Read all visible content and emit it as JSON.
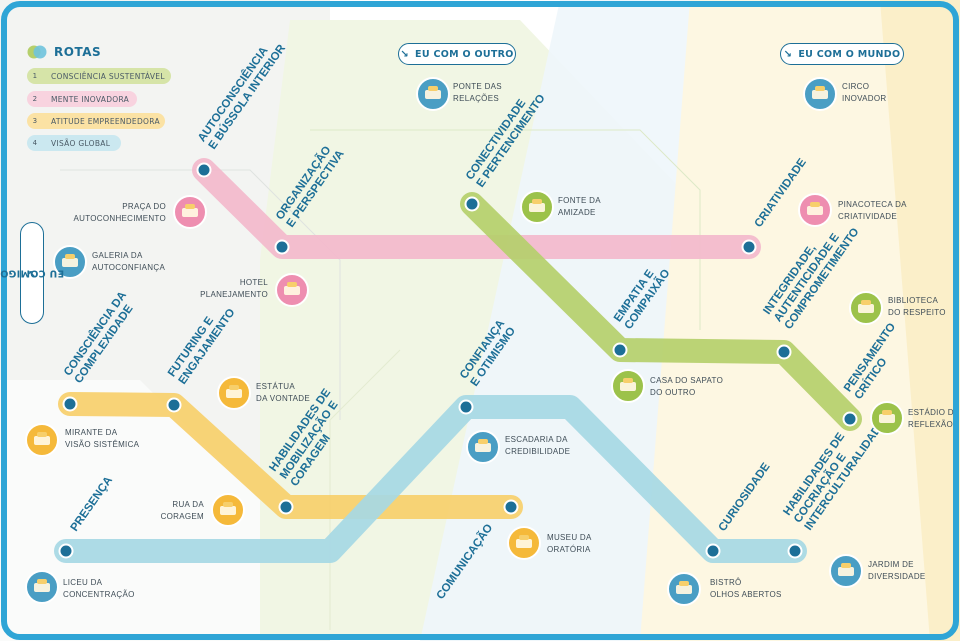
{
  "legend": {
    "title": "ROTAS",
    "items": [
      {
        "num": "1",
        "label": "CONSCIÊNCIA SUSTENTÁVEL",
        "color": "#b5cf6b"
      },
      {
        "num": "2",
        "label": "MENTE INOVADORA",
        "color": "#f3b8cc"
      },
      {
        "num": "3",
        "label": "ATITUDE EMPREENDEDORA",
        "color": "#f7cf6b"
      },
      {
        "num": "4",
        "label": "VISÃO GLOBAL",
        "color": "#a6d8e4"
      }
    ]
  },
  "sections": {
    "eu_comigo": "EU COMIGO",
    "eu_com_o_outro": "EU COM O OUTRO",
    "eu_com_o_mundo": "EU COM O MUNDO"
  },
  "stations": [
    {
      "id": "autoconsciencia",
      "lines": [
        "AUTOCONSCIÊNCIA",
        "E BÚSSOLA INTERIOR"
      ]
    },
    {
      "id": "organizacao",
      "lines": [
        "ORGANIZAÇÃO",
        "E PERSPECTIVA"
      ]
    },
    {
      "id": "conectividade",
      "lines": [
        "CONECTIVIDADE",
        "E PERTENCIMENTO"
      ]
    },
    {
      "id": "criatividade",
      "lines": [
        "CRIATIVIDADE"
      ]
    },
    {
      "id": "empatia",
      "lines": [
        "EMPATIA E",
        "COMPAIXÃO"
      ]
    },
    {
      "id": "integridade",
      "lines": [
        "INTEGRIDADE,",
        "AUTENTICIDADE E",
        "COMPROMETIMENTO"
      ]
    },
    {
      "id": "pensamento",
      "lines": [
        "PENSAMENTO",
        "CRÍTICO"
      ]
    },
    {
      "id": "complexidade",
      "lines": [
        "CONSCIÊNCIA DA",
        "COMPLEXIDADE"
      ]
    },
    {
      "id": "futuring",
      "lines": [
        "FUTURING E",
        "ENGAJAMENTO"
      ]
    },
    {
      "id": "habilidades_mob",
      "lines": [
        "HABILIDADES DE",
        "MOBILIZAÇÃO E",
        "CORAGEM"
      ]
    },
    {
      "id": "confianca",
      "lines": [
        "CONFIANÇA",
        "E OTIMISMO"
      ]
    },
    {
      "id": "presenca",
      "lines": [
        "PRESENÇA"
      ]
    },
    {
      "id": "comunicacao",
      "lines": [
        "COMUNICAÇÃO"
      ]
    },
    {
      "id": "curiosidade",
      "lines": [
        "CURIOSIDADE"
      ]
    },
    {
      "id": "habilidades_coc",
      "lines": [
        "HABILIDADES DE",
        "COCRIAÇÃO E",
        "INTERCULTURALIDADE"
      ]
    }
  ],
  "places": [
    {
      "id": "ponte",
      "lines": [
        "PONTE DAS",
        "RELAÇÕES"
      ],
      "icon": "bridge-icon"
    },
    {
      "id": "circo",
      "lines": [
        "CIRCO",
        "INOVADOR"
      ],
      "icon": "circus-tent-icon"
    },
    {
      "id": "praca",
      "lines": [
        "PRAÇA DO",
        "AUTOCONHECIMENTO"
      ],
      "icon": "plaza-icon"
    },
    {
      "id": "fonte",
      "lines": [
        "FONTE DA",
        "AMIZADE"
      ],
      "icon": "fountain-icon"
    },
    {
      "id": "pinacoteca",
      "lines": [
        "PINACOTECA DA",
        "CRIATIVIDADE"
      ],
      "icon": "museum-building-icon"
    },
    {
      "id": "galeria",
      "lines": [
        "GALERIA DA",
        "AUTOCONFIANÇA"
      ],
      "icon": "picture-frame-icon"
    },
    {
      "id": "hotel",
      "lines": [
        "HOTEL",
        "PLANEJAMENTO"
      ],
      "icon": "bed-icon"
    },
    {
      "id": "biblioteca",
      "lines": [
        "BIBLIOTECA",
        "DO RESPEITO"
      ],
      "icon": "books-icon"
    },
    {
      "id": "casa",
      "lines": [
        "CASA DO SAPATO",
        "DO OUTRO"
      ],
      "icon": "shoe-house-icon"
    },
    {
      "id": "estatua",
      "lines": [
        "ESTÁTUA",
        "DA VONTADE"
      ],
      "icon": "statue-icon"
    },
    {
      "id": "mirante",
      "lines": [
        "MIRANTE DA",
        "VISÃO SISTÊMICA"
      ],
      "icon": "eye-icon"
    },
    {
      "id": "escadaria",
      "lines": [
        "ESCADARIA DA",
        "CREDIBILIDADE"
      ],
      "icon": "stairs-icon"
    },
    {
      "id": "estadio",
      "lines": [
        "ESTÁDIO D",
        "REFLEXÃO"
      ],
      "icon": "stadium-icon"
    },
    {
      "id": "rua",
      "lines": [
        "RUA DA",
        "CORAGEM"
      ],
      "icon": "street-icon"
    },
    {
      "id": "museu",
      "lines": [
        "MUSEU DA",
        "ORATÓRIA"
      ],
      "icon": "theater-icon"
    },
    {
      "id": "jardim",
      "lines": [
        "JARDIM DE",
        "DIVERSIDADE"
      ],
      "icon": "leaves-icon"
    },
    {
      "id": "liceu",
      "lines": [
        "LICEU DA",
        "CONCENTRAÇÃO"
      ],
      "icon": "book-lamp-icon"
    },
    {
      "id": "bistro",
      "lines": [
        "BISTRÔ",
        "OLHOS ABERTOS"
      ],
      "icon": "cloche-icon"
    }
  ]
}
